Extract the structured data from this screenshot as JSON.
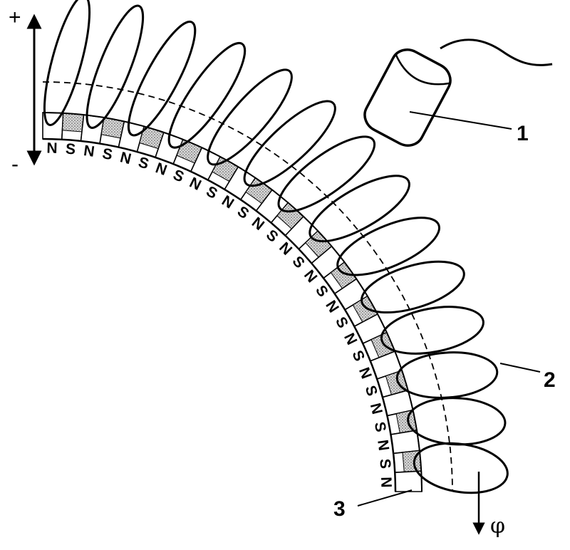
{
  "axis": {
    "plus_label": "+",
    "minus_label": "-",
    "phi_label": "φ"
  },
  "callouts": [
    {
      "number": "1"
    },
    {
      "number": "2"
    },
    {
      "number": "3"
    }
  ],
  "poles": [
    "N",
    "S",
    "N",
    "S",
    "N",
    "S",
    "N",
    "S",
    "N",
    "S",
    "N",
    "S",
    "N",
    "S",
    "N",
    "S",
    "N",
    "S",
    "N",
    "S",
    "N",
    "S",
    "N",
    "S",
    "N",
    "S",
    "N",
    "S",
    "N"
  ],
  "colors": {
    "ink": "#000000",
    "background": "#ffffff",
    "stipple": "#9a9a9a"
  },
  "icons": {
    "sensor": "magnetoresistive-sensor-icon"
  }
}
